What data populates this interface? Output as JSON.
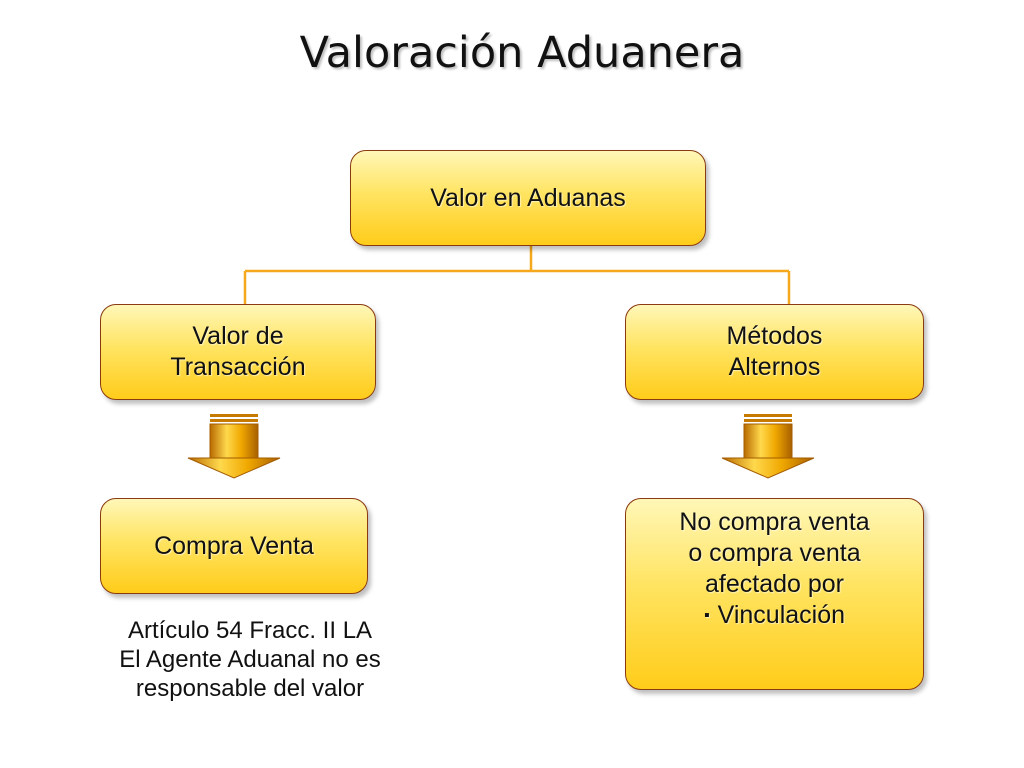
{
  "slide": {
    "title": "Valoración Aduanera"
  },
  "diagram": {
    "root": "Valor en Aduanas",
    "left_branch": {
      "line1": "Valor de",
      "line2": "Transacción"
    },
    "right_branch": {
      "line1": "Métodos",
      "line2": "Alternos"
    },
    "left_result": "Compra Venta",
    "right_result": {
      "line1": "No compra venta",
      "line2": "o compra venta",
      "line3": "afectado por",
      "bullet": "▪",
      "bullet_text": "Vinculación"
    },
    "note": {
      "line1": "Artículo 54 Fracc. II LA",
      "line2": "El Agente Aduanal no es",
      "line3": "responsable del valor"
    }
  },
  "colors": {
    "connector": "#f5a81c",
    "box_border": "#8a3a10",
    "box_fill_top": "#fff7b8",
    "box_fill_bottom": "#ffcc1a",
    "arrow_dark": "#c77a00",
    "arrow_light": "#ffd94d"
  },
  "icons": {
    "down_arrow": "down-arrow-icon"
  }
}
